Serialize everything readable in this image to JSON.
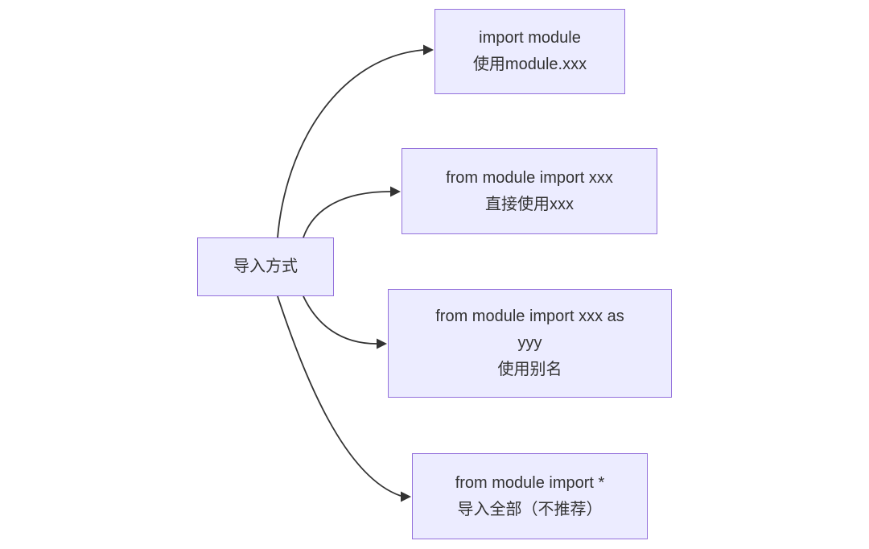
{
  "diagram": {
    "type": "flowchart-left-to-right",
    "background": "#ffffff",
    "colors": {
      "node_fill": "#ECECFF",
      "node_border": "#9370DB",
      "edge_color": "#333333",
      "text_color": "#333333"
    },
    "root": {
      "label": "导入方式"
    },
    "nodes": [
      {
        "id": "import-module",
        "lines": [
          "import module",
          "使用module.xxx"
        ]
      },
      {
        "id": "from-import",
        "lines": [
          "from module import xxx",
          "直接使用xxx"
        ]
      },
      {
        "id": "from-import-as",
        "lines": [
          "from module import xxx as",
          "yyy",
          "使用别名"
        ]
      },
      {
        "id": "from-import-star",
        "lines": [
          "from module import *",
          "导入全部（不推荐）"
        ]
      }
    ],
    "edges": [
      {
        "from": "导入方式",
        "to": "import module 使用module.xxx"
      },
      {
        "from": "导入方式",
        "to": "from module import xxx 直接使用xxx"
      },
      {
        "from": "导入方式",
        "to": "from module import xxx as yyy 使用别名"
      },
      {
        "from": "导入方式",
        "to": "from module import * 导入全部（不推荐）"
      }
    ]
  }
}
